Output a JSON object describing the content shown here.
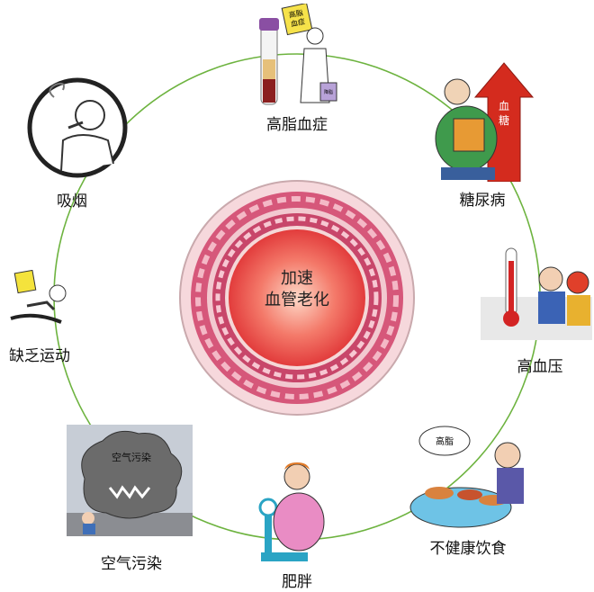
{
  "center": {
    "line1": "加速",
    "line2": "血管老化"
  },
  "factors": {
    "hyperlipidemia": "高脂血症",
    "diabetes": "糖尿病",
    "hypertension": "高血压",
    "unhealthy_diet": "不健康饮食",
    "obesity": "肥胖",
    "air_pollution": "空气污染",
    "lack_of_exercise": "缺乏运动",
    "smoking": "吸烟"
  },
  "illustration_text": {
    "hyperlipidemia_sign": "高脂血症",
    "hyperlipidemia_bag": "降脂",
    "diabetes_arrow": "血糖",
    "diet_bubble": "高脂",
    "pollution_cloud": "空气污染"
  },
  "colors": {
    "connector": "#6db33f",
    "vessel_outer": "#f3cfd6",
    "vessel_wall": "#c8466a",
    "vessel_lumen": "#f05050"
  }
}
